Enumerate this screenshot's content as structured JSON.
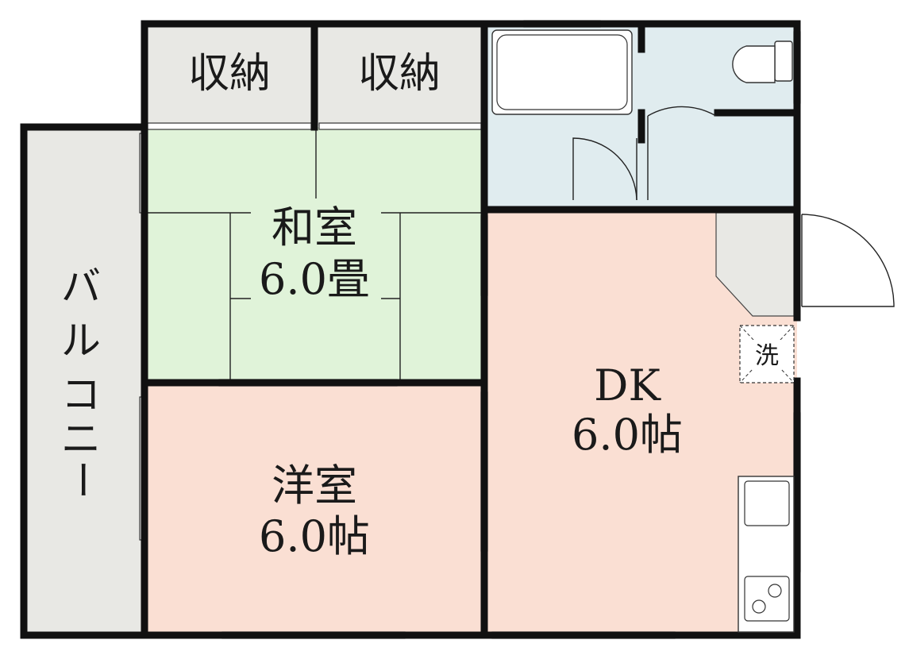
{
  "colors": {
    "washitsu": "#e0f3d9",
    "yoshitsu": "#fadfd3",
    "dk": "#fadfd3",
    "storage": "#e8e8e4",
    "wet_area": "#e0ecef",
    "balcony": "#e8e8e4",
    "wall": "#111111"
  },
  "rooms": {
    "storage_left": "収納",
    "storage_right": "収納",
    "washitsu": {
      "name": "和室",
      "size": "6.0畳"
    },
    "yoshitsu": {
      "name": "洋室",
      "size": "6.0帖"
    },
    "dk": {
      "name": "DK",
      "size": "6.0帖"
    },
    "balcony": [
      "バ",
      "ル",
      "コ",
      "ニ",
      "ー"
    ]
  },
  "fixtures": {
    "washer_label": "洗",
    "toilet_icon": "toilet-icon",
    "bathtub_icon": "bathtub-icon",
    "sink_icon": "kitchen-sink-icon",
    "stove_icon": "gas-stove-icon"
  }
}
